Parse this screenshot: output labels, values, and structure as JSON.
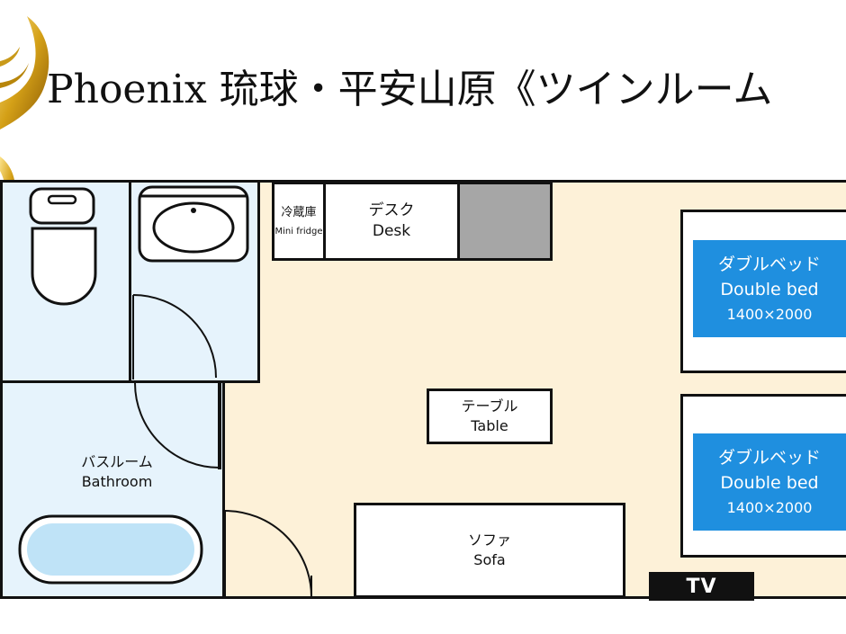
{
  "title": "Phoenix  琉球・平安山原《ツインルーム",
  "rooms": {
    "bathroom_jp": "バスルーム",
    "bathroom_en": "Bathroom"
  },
  "furniture": {
    "fridge_jp": "冷蔵庫",
    "fridge_en": "Mini fridge",
    "desk_jp": "デスク",
    "desk_en": "Desk",
    "table_jp": "テーブル",
    "table_en": "Table",
    "sofa_jp": "ソファ",
    "sofa_en": "Sofa",
    "tv": "TV"
  },
  "beds": [
    {
      "jp": "ダブルベッド",
      "en": "Double bed",
      "size": "1400×2000"
    },
    {
      "jp": "ダブルベッド",
      "en": "Double bed",
      "size": "1400×2000"
    }
  ],
  "colors": {
    "floor": "#fdf1d8",
    "wet_area": "#e6f3fc",
    "mattress": "#1f8fdf",
    "bathtub": "#bfe3f7",
    "logo_gold": "#d4a017"
  },
  "icons": [
    "phoenix-logo-icon",
    "toilet-icon",
    "sink-icon",
    "bathtub-icon",
    "door-swing-icon"
  ]
}
